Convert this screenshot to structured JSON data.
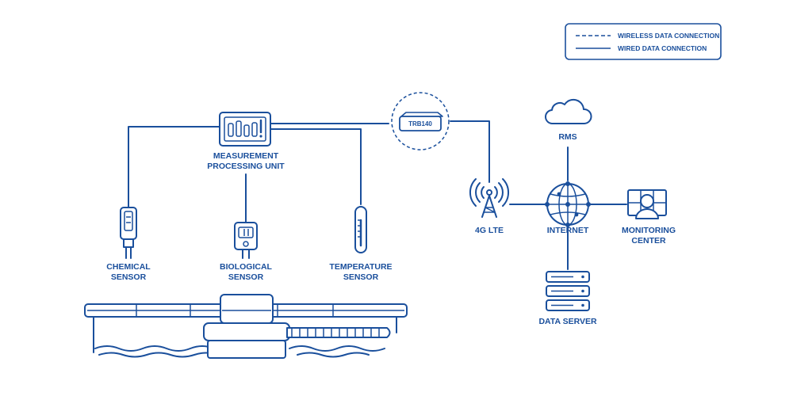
{
  "legend": {
    "wireless": "WIRELESS DATA CONNECTION",
    "wired": "WIRED DATA CONNECTION"
  },
  "nodes": {
    "mpu": {
      "line1": "MEASUREMENT",
      "line2": "PROCESSING UNIT"
    },
    "chemical": {
      "line1": "CHEMICAL",
      "line2": "SENSOR"
    },
    "biological": {
      "line1": "BIOLOGICAL",
      "line2": "SENSOR"
    },
    "temperature": {
      "line1": "TEMPERATURE",
      "line2": "SENSOR"
    },
    "router": {
      "label": "TRB140"
    },
    "lte": {
      "label": "4G LTE"
    },
    "internet": {
      "label": "INTERNET"
    },
    "rms": {
      "label": "RMS"
    },
    "monitoring": {
      "line1": "MONITORING",
      "line2": "CENTER"
    },
    "server": {
      "label": "DATA SERVER"
    }
  },
  "colors": {
    "primary": "#1a4f9c",
    "background": "#ffffff"
  }
}
